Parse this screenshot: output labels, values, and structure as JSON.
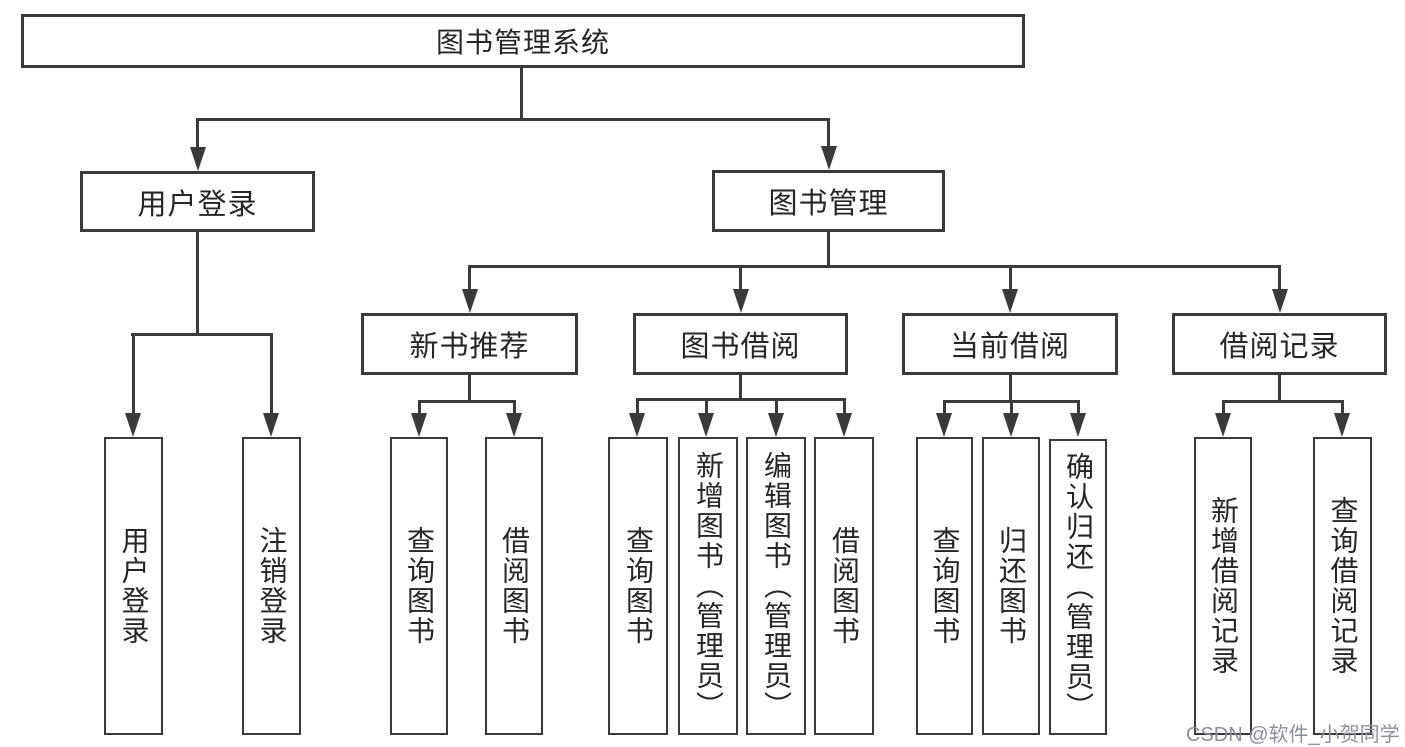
{
  "colors": {
    "line": "#3a3a3a",
    "text": "#262626",
    "bg": "#ffffff",
    "watermark": "#8b919b"
  },
  "nodes": {
    "root": "图书管理系统",
    "user_login": "用户登录",
    "book_mgmt": "图书管理",
    "new_book_rec": "新书推荐",
    "book_borrow": "图书借阅",
    "current_borrow": "当前借阅",
    "borrow_records": "借阅记录",
    "leaf_user_login": "用户登录",
    "leaf_logout": "注销登录",
    "leaf_query_book_newrec": "查询图书",
    "leaf_borrow_book_newrec": "借阅图书",
    "leaf_query_book_borrow": "查询图书",
    "leaf_add_book_admin": "新增图书（管理员）",
    "leaf_edit_book_admin": "编辑图书（管理员）",
    "leaf_borrow_book_borrow": "借阅图书",
    "leaf_query_book_current": "查询图书",
    "leaf_return_book": "归还图书",
    "leaf_confirm_return_admin": "确认归还（管理员）",
    "leaf_add_borrow_record": "新增借阅记录",
    "leaf_query_borrow_record": "查询借阅记录"
  },
  "hierarchy": {
    "图书管理系统": [
      "用户登录",
      "图书管理"
    ],
    "用户登录": [
      "用户登录",
      "注销登录"
    ],
    "图书管理": [
      "新书推荐",
      "图书借阅",
      "当前借阅",
      "借阅记录"
    ],
    "新书推荐": [
      "查询图书",
      "借阅图书"
    ],
    "图书借阅": [
      "查询图书",
      "新增图书（管理员）",
      "编辑图书（管理员）",
      "借阅图书"
    ],
    "当前借阅": [
      "查询图书",
      "归还图书",
      "确认归还（管理员）"
    ],
    "借阅记录": [
      "新增借阅记录",
      "查询借阅记录"
    ]
  },
  "watermark": {
    "text": "CSDN @软件_小贺同学"
  }
}
